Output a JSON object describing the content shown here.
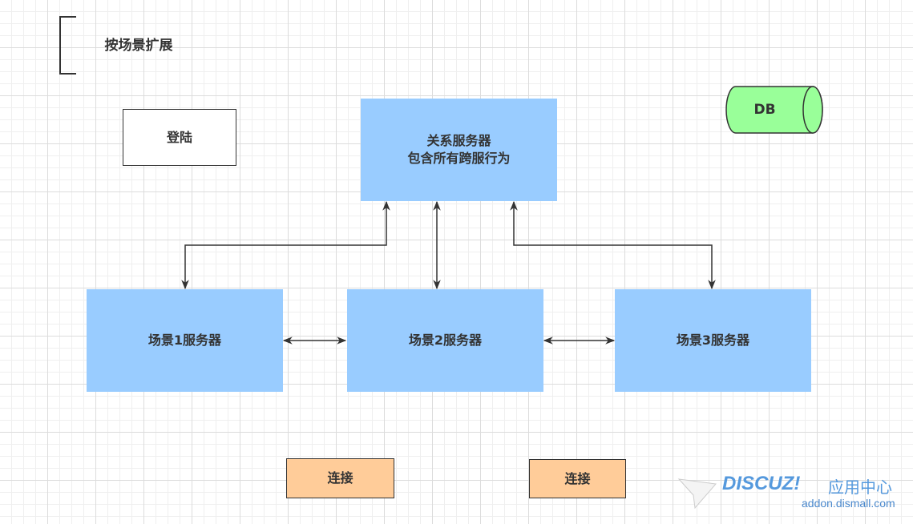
{
  "title": "按场景扩展",
  "login": "登陆",
  "relation_server": {
    "line1": "关系服务器",
    "line2": "包含所有跨服行为"
  },
  "db": "DB",
  "scenes": [
    "场景1服务器",
    "场景2服务器",
    "场景3服务器"
  ],
  "connections": [
    "连接",
    "连接"
  ],
  "watermark": {
    "brand": "DISCUZ!",
    "cn": "应用中心",
    "url": "addon.dismall.com"
  },
  "colors": {
    "blue": "#99CCFF",
    "green": "#99FF99",
    "orange": "#FFCC99"
  }
}
